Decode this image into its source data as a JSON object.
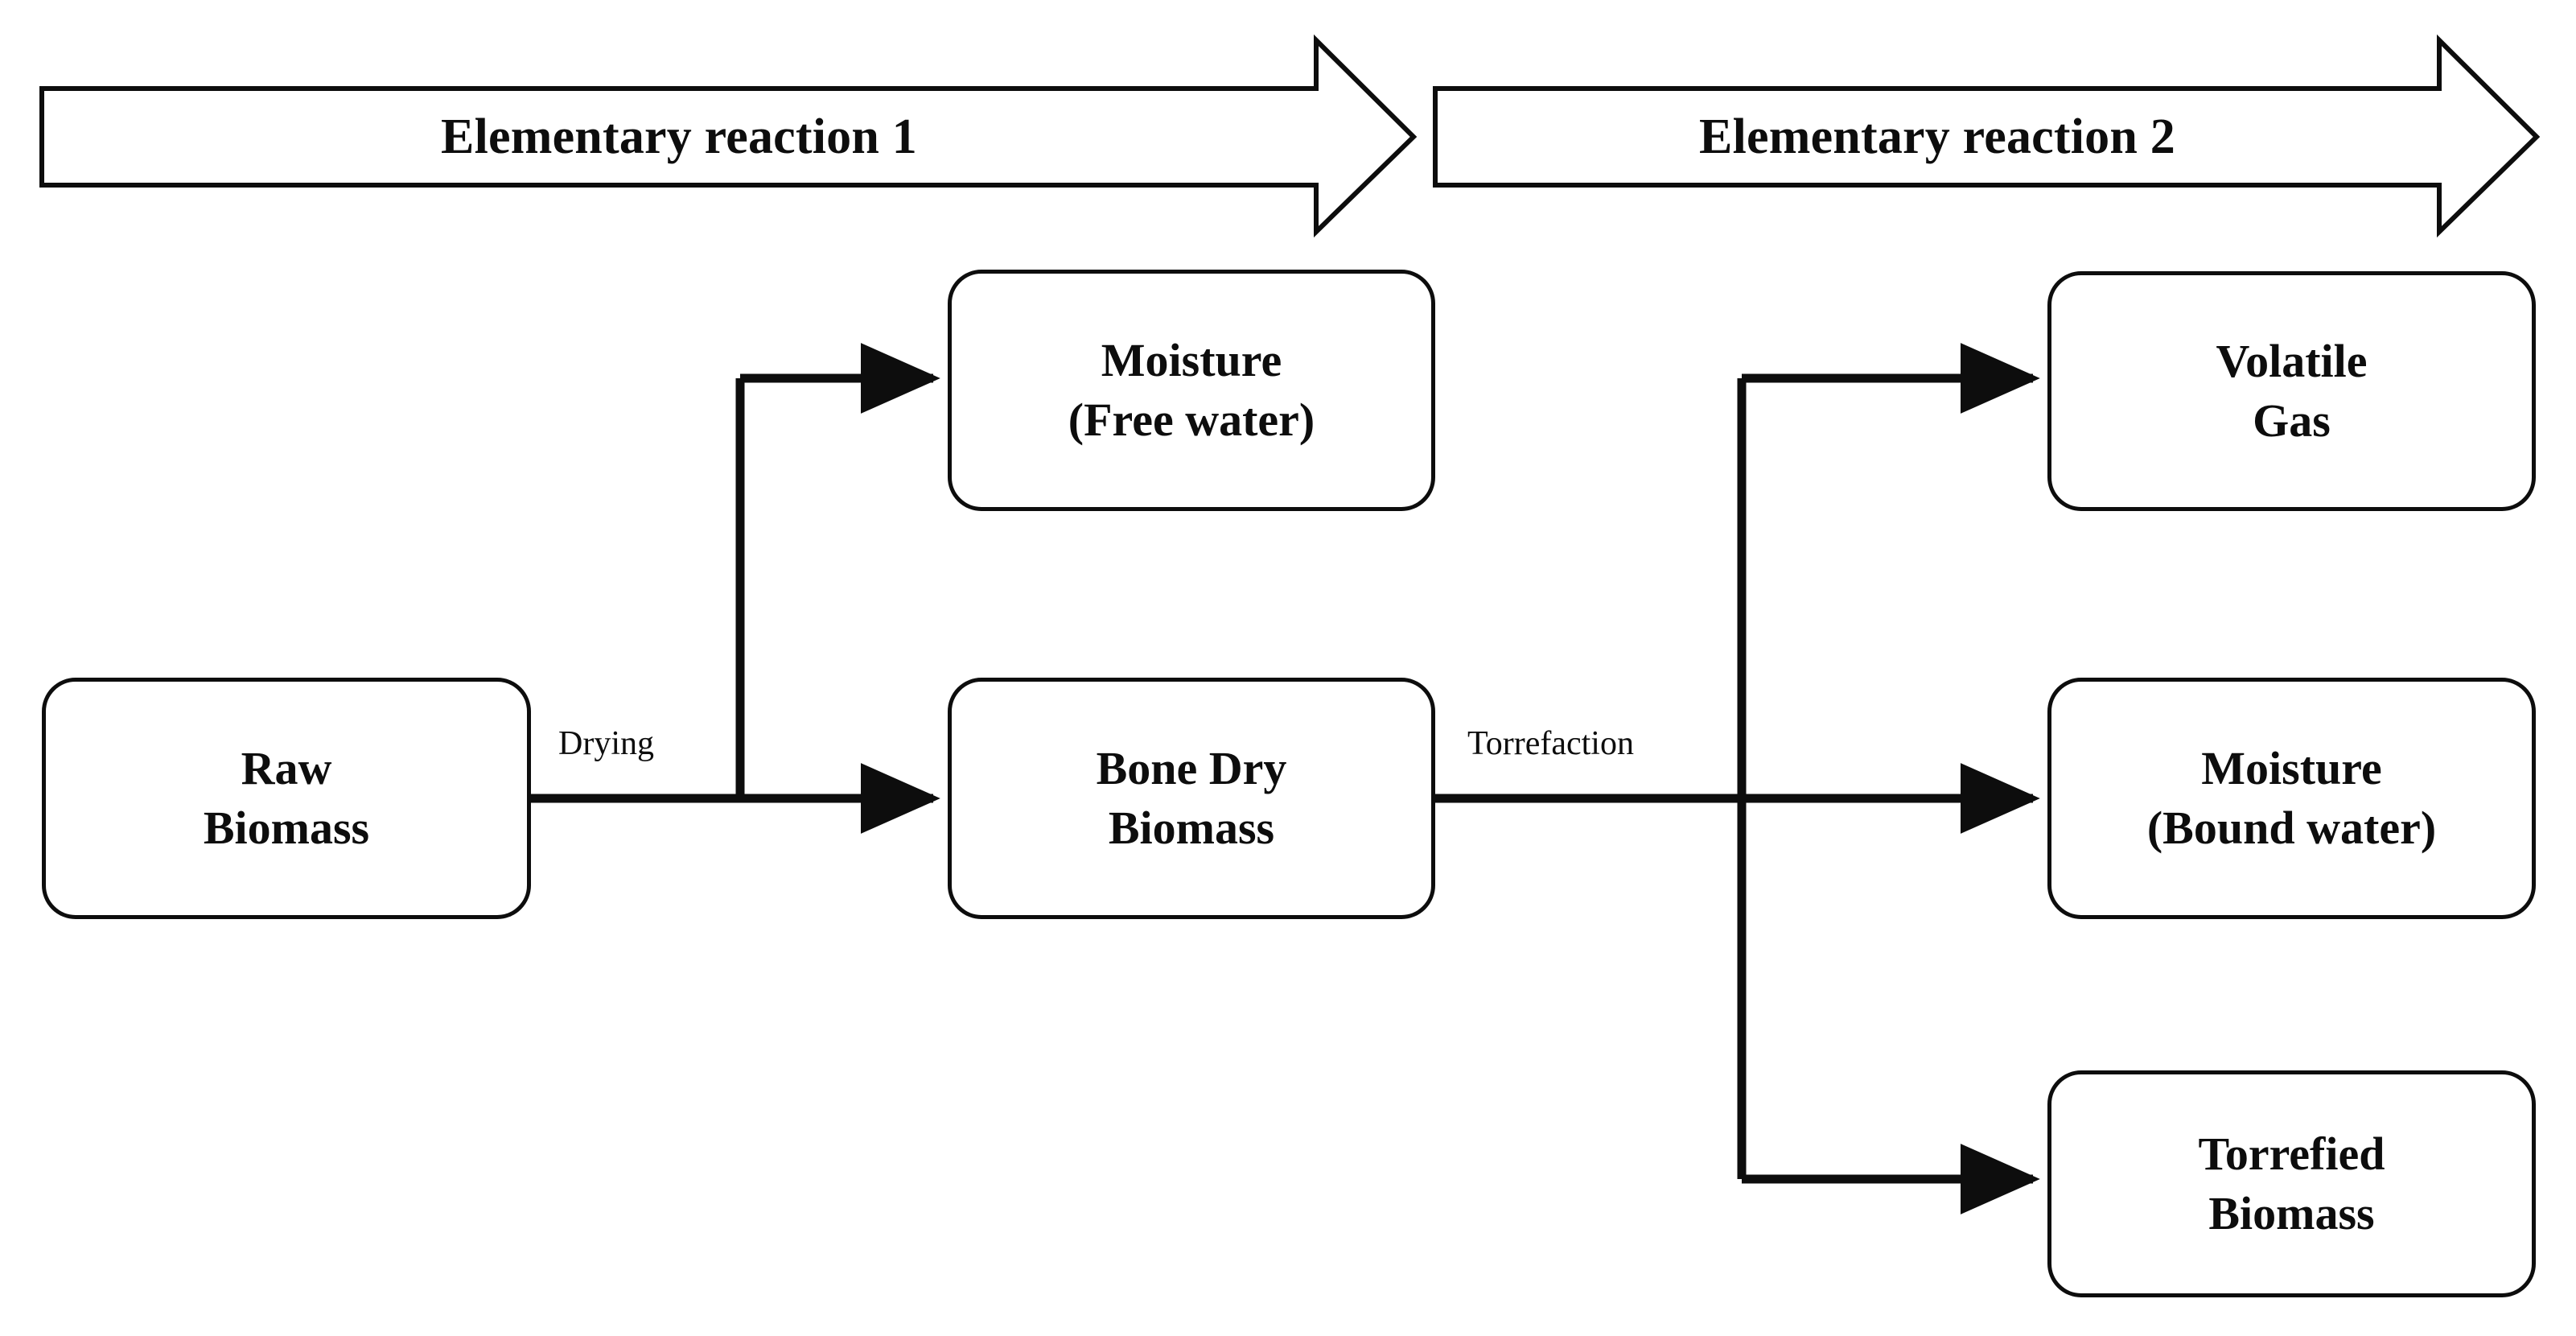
{
  "figure": {
    "type": "process-flow-diagram",
    "background_color": "#ffffff",
    "stroke_color": "#0d0d0d"
  },
  "banners": [
    {
      "id": "banner-1",
      "label": "Elementary reaction 1"
    },
    {
      "id": "banner-2",
      "label": "Elementary reaction 2"
    }
  ],
  "nodes": [
    {
      "id": "raw-biomass",
      "line1": "Raw",
      "line2": "Biomass"
    },
    {
      "id": "moisture-free",
      "line1": "Moisture",
      "line2": "(Free water)"
    },
    {
      "id": "bone-dry-biomass",
      "line1": "Bone Dry",
      "line2": "Biomass"
    },
    {
      "id": "volatile-gas",
      "line1": "Volatile",
      "line2": "Gas"
    },
    {
      "id": "moisture-bound",
      "line1": "Moisture",
      "line2": "(Bound water)"
    },
    {
      "id": "torrefied-biomass",
      "line1": "Torrefied",
      "line2": "Biomass"
    }
  ],
  "edge_labels": [
    {
      "id": "drying-label",
      "text": "Drying"
    },
    {
      "id": "torrefaction-label",
      "text": "Torrefaction"
    }
  ],
  "flows": [
    {
      "from": "raw-biomass",
      "to": "moisture-free",
      "label": "Drying"
    },
    {
      "from": "raw-biomass",
      "to": "bone-dry-biomass",
      "label": "Drying"
    },
    {
      "from": "bone-dry-biomass",
      "to": "volatile-gas",
      "label": "Torrefaction"
    },
    {
      "from": "bone-dry-biomass",
      "to": "moisture-bound",
      "label": "Torrefaction"
    },
    {
      "from": "bone-dry-biomass",
      "to": "torrefied-biomass",
      "label": "Torrefaction"
    }
  ]
}
